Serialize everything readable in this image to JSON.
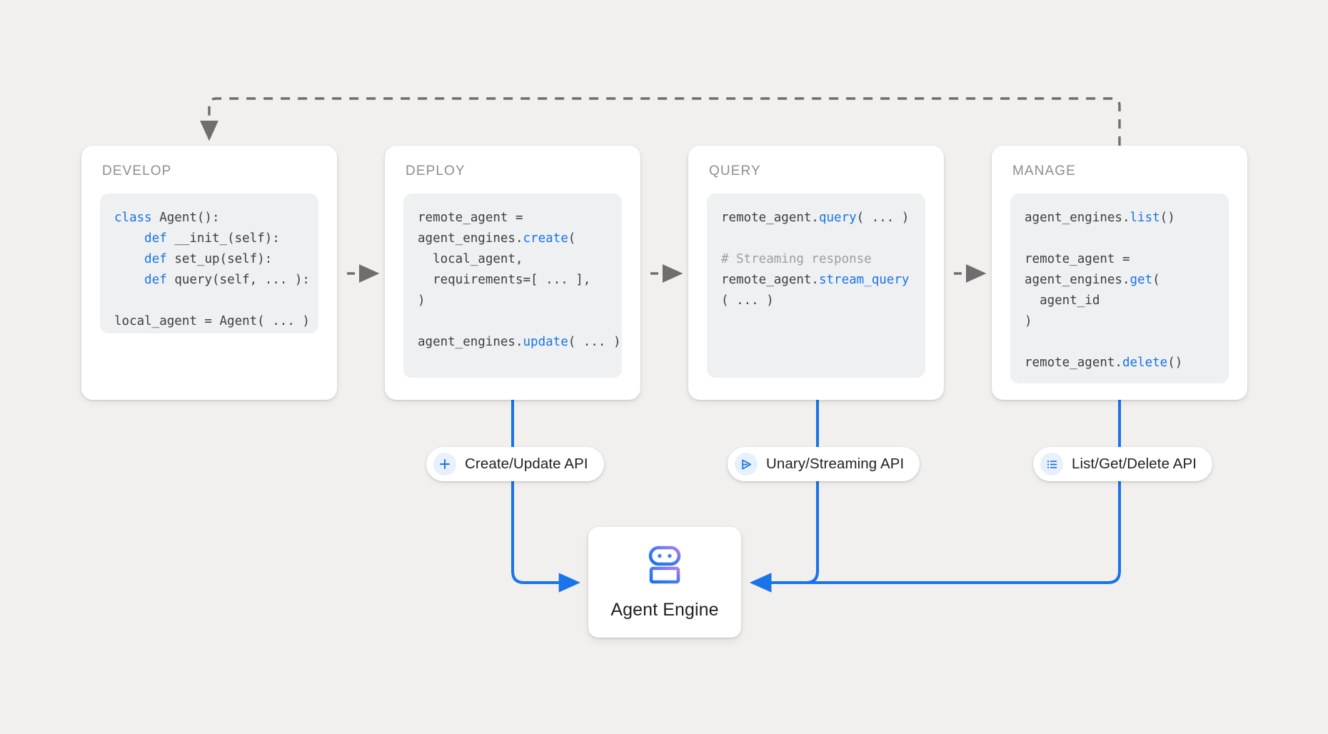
{
  "theme": {
    "background": "#f1f0ee",
    "card_background": "#ffffff",
    "code_background": "#eef0f2",
    "accent_blue": "#1a73e8",
    "keyword_blue": "#1a73e8",
    "comment_gray": "#9aa0a6",
    "dashed_arrow_gray": "#6e6e6e",
    "title_gray": "#8e8e8e",
    "pill_icon_background": "#e8f0fe",
    "robot_gradient_from": "#a96ff3",
    "robot_gradient_to": "#1a73e8"
  },
  "stages": [
    {
      "id": "develop",
      "title": "DEVELOP",
      "code_lines": [
        [
          {
            "t": "class ",
            "c": "kw"
          },
          {
            "t": "Agent():",
            "c": ""
          }
        ],
        [
          {
            "t": "    ",
            "c": ""
          },
          {
            "t": "def ",
            "c": "kw"
          },
          {
            "t": "__init_(self):",
            "c": ""
          }
        ],
        [
          {
            "t": "    ",
            "c": ""
          },
          {
            "t": "def ",
            "c": "kw"
          },
          {
            "t": "set_up(self):",
            "c": ""
          }
        ],
        [
          {
            "t": "    ",
            "c": ""
          },
          {
            "t": "def ",
            "c": "kw"
          },
          {
            "t": "query(self, ... ):",
            "c": ""
          }
        ],
        [
          {
            "t": "",
            "c": ""
          }
        ],
        [
          {
            "t": "local_agent = Agent( ... )",
            "c": ""
          }
        ]
      ]
    },
    {
      "id": "deploy",
      "title": "DEPLOY",
      "code_lines": [
        [
          {
            "t": "remote_agent =",
            "c": ""
          }
        ],
        [
          {
            "t": "agent_engines.",
            "c": ""
          },
          {
            "t": "create",
            "c": "fn"
          },
          {
            "t": "(",
            "c": ""
          }
        ],
        [
          {
            "t": "  local_agent,",
            "c": ""
          }
        ],
        [
          {
            "t": "  requirements=[ ... ],",
            "c": ""
          }
        ],
        [
          {
            "t": ")",
            "c": ""
          }
        ],
        [
          {
            "t": "",
            "c": ""
          }
        ],
        [
          {
            "t": "agent_engines.",
            "c": ""
          },
          {
            "t": "update",
            "c": "fn"
          },
          {
            "t": "( ... )",
            "c": ""
          }
        ]
      ]
    },
    {
      "id": "query",
      "title": "QUERY",
      "code_lines": [
        [
          {
            "t": "remote_agent.",
            "c": ""
          },
          {
            "t": "query",
            "c": "fn"
          },
          {
            "t": "( ... )",
            "c": ""
          }
        ],
        [
          {
            "t": "",
            "c": ""
          }
        ],
        [
          {
            "t": "# Streaming response",
            "c": "cmt"
          }
        ],
        [
          {
            "t": "remote_agent.",
            "c": ""
          },
          {
            "t": "stream_query",
            "c": "fn"
          }
        ],
        [
          {
            "t": "( ... )",
            "c": ""
          }
        ]
      ]
    },
    {
      "id": "manage",
      "title": "MANAGE",
      "code_lines": [
        [
          {
            "t": "agent_engines.",
            "c": ""
          },
          {
            "t": "list",
            "c": "fn"
          },
          {
            "t": "()",
            "c": ""
          }
        ],
        [
          {
            "t": "",
            "c": ""
          }
        ],
        [
          {
            "t": "remote_agent =",
            "c": ""
          }
        ],
        [
          {
            "t": "agent_engines.",
            "c": ""
          },
          {
            "t": "get",
            "c": "fn"
          },
          {
            "t": "(",
            "c": ""
          }
        ],
        [
          {
            "t": "  agent_id",
            "c": ""
          }
        ],
        [
          {
            "t": ")",
            "c": ""
          }
        ],
        [
          {
            "t": "",
            "c": ""
          }
        ],
        [
          {
            "t": "remote_agent.",
            "c": ""
          },
          {
            "t": "delete",
            "c": "fn"
          },
          {
            "t": "()",
            "c": ""
          }
        ]
      ]
    }
  ],
  "api_pills": [
    {
      "id": "create-update",
      "label": "Create/Update API",
      "icon": "plus-icon"
    },
    {
      "id": "unary-streaming",
      "label": "Unary/Streaming API",
      "icon": "send-triangle-icon"
    },
    {
      "id": "list-get-delete",
      "label": "List/Get/Delete API",
      "icon": "list-icon"
    }
  ],
  "agent_engine": {
    "label": "Agent Engine",
    "icon": "robot-icon"
  },
  "connectors": {
    "feedback_loop_label": "",
    "stage_flow_style": "dashed-gray-arrow",
    "api_flow_style": "solid-blue-arrow"
  }
}
